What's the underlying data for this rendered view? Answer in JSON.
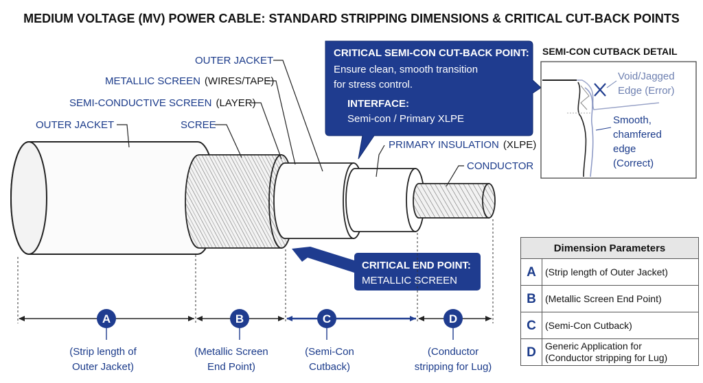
{
  "title": "MEDIUM VOLTAGE (MV) POWER CABLE: STANDARD STRIPPING DIMENSIONS & CRITICAL CUT-BACK POINTS",
  "labels": {
    "outer_jacket_top": "OUTER JACKET",
    "metallic_screen_caps": "METALLIC SCREEN",
    "metallic_screen_rest": "(WIRES/TAPE)",
    "semi_conductive_caps": "SEMI-CONDUCTIVE SCREEN",
    "semi_conductive_rest": "(LAYER)",
    "outer_jacket_left": "OUTER JACKET",
    "scree": "SCREE",
    "primary_insulation_caps": "PRIMARY INSULATION",
    "primary_insulation_rest": "(XLPE)",
    "conductor": "CONDUCTOR"
  },
  "callout_semicon": {
    "heading": "CRITICAL SEMI-CON CUT-BACK POINT:",
    "line1": "Ensure clean, smooth transition",
    "line2": "for stress control.",
    "interface_heading": "INTERFACE:",
    "interface_text": "Semi-con / Primary XLPE"
  },
  "callout_end": {
    "heading": "CRITICAL END POINT:",
    "text": "METALLIC SCREEN"
  },
  "detail": {
    "title": "SEMI-CON CUTBACK DETAIL",
    "error_line1": "Void/Jagged",
    "error_line2": "Edge (Error)",
    "correct_line1": "Smooth,",
    "correct_line2": "chamfered",
    "correct_line3": "edge",
    "correct_line4": "(Correct)"
  },
  "dimensions": [
    {
      "letter": "A",
      "desc_line1": "(Strip length of",
      "desc_line2": "Outer Jacket)"
    },
    {
      "letter": "B",
      "desc_line1": "(Metallic Screen",
      "desc_line2": "End Point)"
    },
    {
      "letter": "C",
      "desc_line1": "(Semi-Con",
      "desc_line2": "Cutback)"
    },
    {
      "letter": "D",
      "desc_line1": "(Conductor",
      "desc_line2": "stripping for Lug)"
    }
  ],
  "table": {
    "header": "Dimension Parameters",
    "rows": [
      {
        "key": "A",
        "line1": "(Strip length of Outer Jacket)",
        "line2": ""
      },
      {
        "key": "B",
        "line1": "(Metallic Screen End Point)",
        "line2": ""
      },
      {
        "key": "C",
        "line1": "(Semi-Con Cutback)",
        "line2": ""
      },
      {
        "key": "D",
        "line1": "Generic Application for",
        "line2": "(Conductor stripping for Lug)"
      }
    ]
  },
  "colors": {
    "navy": "#1f3c8f",
    "label_blue": "#1a3a8a",
    "outline": "#222222"
  }
}
